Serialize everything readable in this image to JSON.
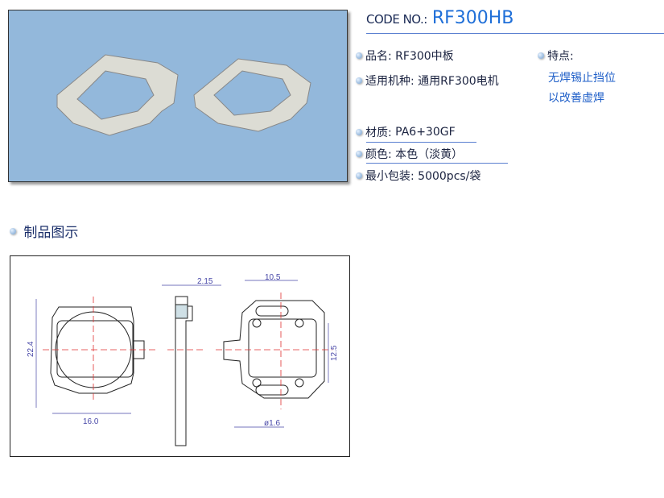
{
  "header": {
    "code_label": "CODE NO.:",
    "code_value": "RF300HB"
  },
  "specs": [
    {
      "label": "品名:",
      "value": "RF300中板"
    },
    {
      "label": "适用机种:",
      "value": "通用RF300电机"
    },
    {
      "label": "材质:",
      "value": "PA6+30GF"
    },
    {
      "label": "颜色:",
      "value": "本色（淡黄）"
    },
    {
      "label": "最小包装:",
      "value": "5000pcs/袋"
    }
  ],
  "features": {
    "label": "特点:",
    "lines": [
      "无焊锡止挡位",
      "以改善虚焊"
    ]
  },
  "section_title": "制品图示",
  "drawing": {
    "width": "16.0",
    "height": "22.4",
    "thickness": "2.15",
    "hole_span": "10.5",
    "hole_pitch": "12.5",
    "hole_dia": "ø1.6"
  },
  "colors": {
    "accent": "#1f6fd8",
    "photo_bg": "#93b8db"
  }
}
